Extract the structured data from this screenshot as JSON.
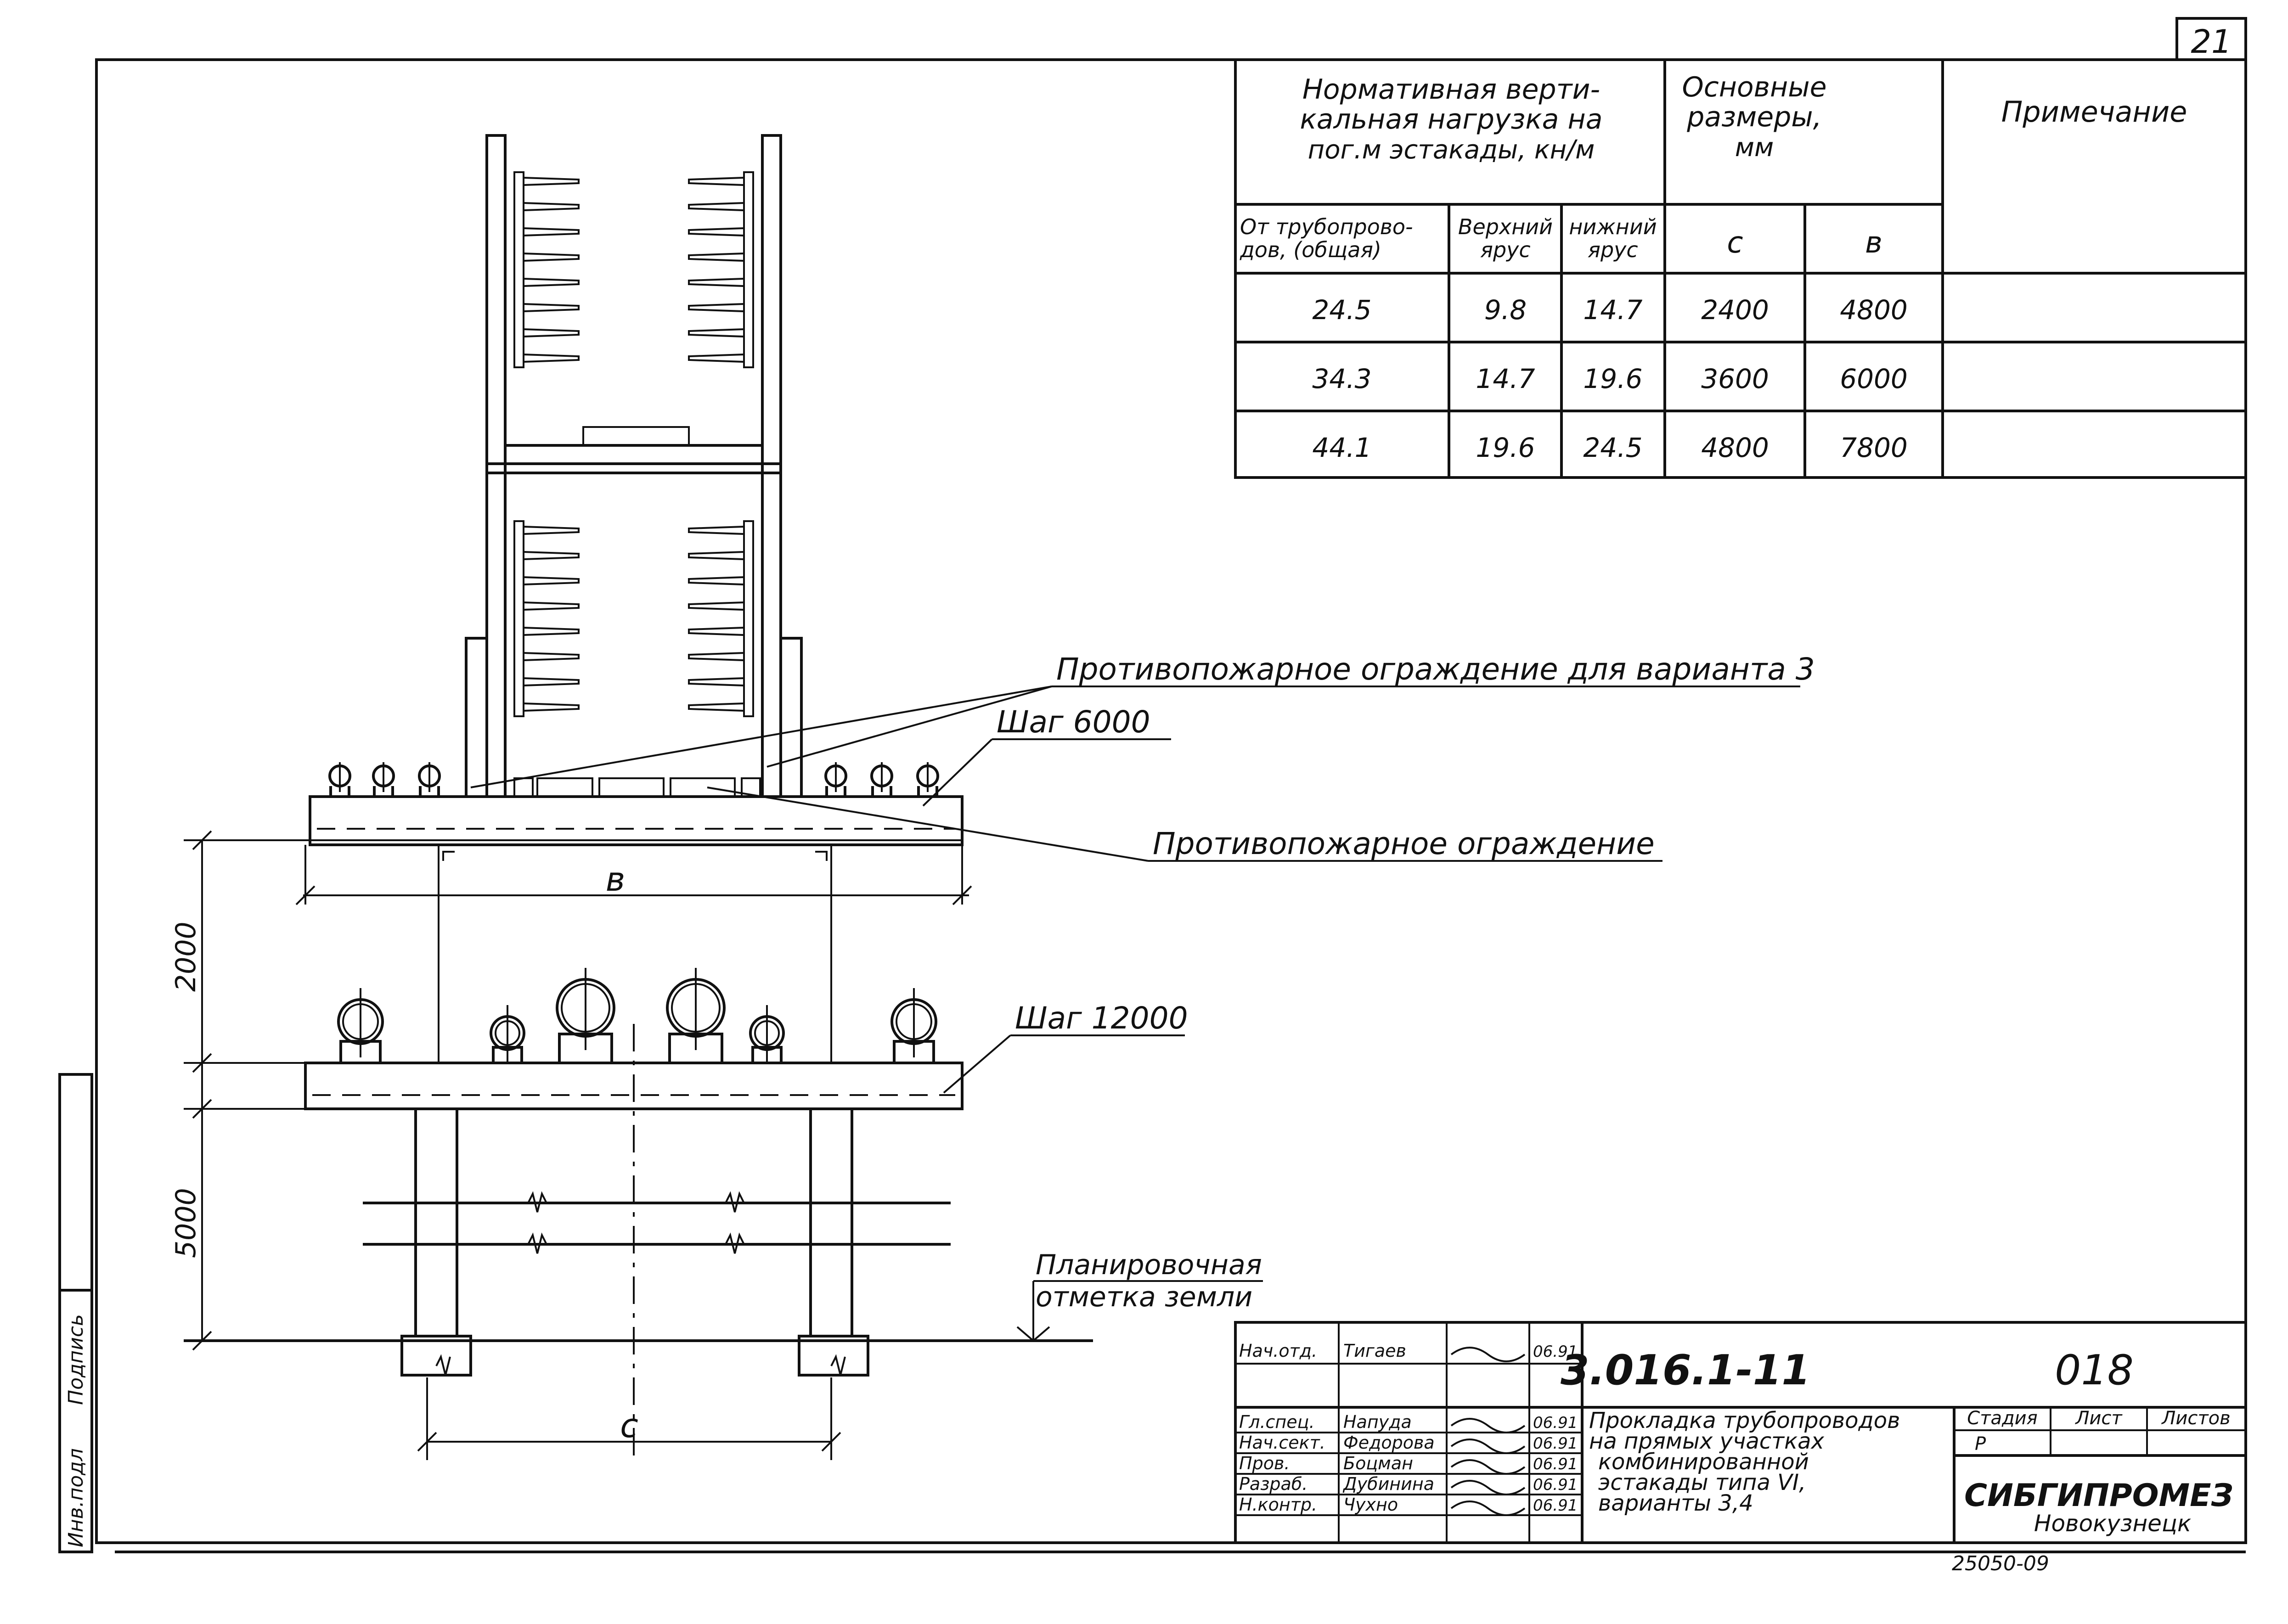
{
  "sheet_number": "21",
  "load_table": {
    "header_load": "Нормативная верти-кальная нагрузка на пог.м эстакады, кн/м",
    "header_load_lines": [
      "Нормативная верти-",
      "кальная нагрузка на",
      "пог.м эстакады, кн/м"
    ],
    "header_sizes_lines": [
      "Основные",
      "размеры,",
      "мм"
    ],
    "header_note": "Примечание",
    "col_total_lines": [
      "От трубопрово-",
      "дов, (общая)"
    ],
    "col_upper_lines": [
      "Верхний",
      "ярус"
    ],
    "col_lower_lines": [
      "нижний",
      "ярус"
    ],
    "col_c": "с",
    "col_b": "в",
    "rows": [
      {
        "total": "24.5",
        "upper": "9.8",
        "lower": "14.7",
        "c": "2400",
        "b": "4800",
        "note": ""
      },
      {
        "total": "34.3",
        "upper": "14.7",
        "lower": "19.6",
        "c": "3600",
        "b": "6000",
        "note": ""
      },
      {
        "total": "44.1",
        "upper": "19.6",
        "lower": "24.5",
        "c": "4800",
        "b": "7800",
        "note": ""
      }
    ]
  },
  "annotations": {
    "fire_barrier_v3": "Противопожарное ограждение для варианта 3",
    "step_6000": "Шаг 6000",
    "fire_barrier": "Противопожарное ограждение",
    "step_12000": "Шаг 12000",
    "ground_lines": [
      "Планировочная",
      "отметка земли"
    ],
    "dim_b": "в",
    "dim_c": "с",
    "dim_2000": "2000",
    "dim_5000": "5000"
  },
  "left_margin": {
    "label_sign": "Подпись",
    "label_inv": "Инв.подл"
  },
  "title_block": {
    "doc_code": "3.016.1-11",
    "sheet_code": "018",
    "title_lines": [
      "Прокладка трубопроводов",
      "на прямых участках",
      "комбинированной",
      "эстакады типа VI,",
      "варианты 3,4"
    ],
    "stage_label": "Стадия",
    "sheet_label": "Лист",
    "sheets_label": "Листов",
    "stage_value": "Р",
    "org": "СИБГИПРОМЕЗ",
    "city": "Новокузнецк",
    "signatures": [
      {
        "role": "Нач.отд.",
        "name": "Тигаев",
        "date": "06.91"
      },
      {
        "role": "Гл.спец.",
        "name": "Напуда",
        "date": "06.91"
      },
      {
        "role": "Нач.сект.",
        "name": "Федорова",
        "date": "06.91"
      },
      {
        "role": "Пров.",
        "name": "Боцман",
        "date": "06.91"
      },
      {
        "role": "Разраб.",
        "name": "Дубинина",
        "date": "06.91"
      },
      {
        "role": "Н.контр.",
        "name": "Чухно",
        "date": "06.91"
      }
    ],
    "bottom_stamp": "25050-09"
  }
}
